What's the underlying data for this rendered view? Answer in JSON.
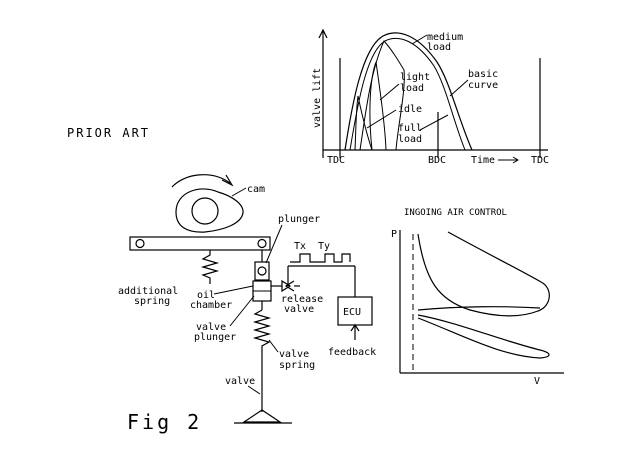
{
  "figure_label": "Fig 2",
  "prior_art_label": "PRIOR ART",
  "lift_chart": {
    "ylabel": "valve lift",
    "ticks": [
      "TDC",
      "BDC",
      "TDC"
    ],
    "xlabel": "Time",
    "curve_labels": {
      "medium_load": [
        "medium",
        "load"
      ],
      "light_load": [
        "light",
        "load"
      ],
      "idle": "idle",
      "full_load": [
        "full",
        "load"
      ],
      "basic_curve": [
        "basic",
        "curve"
      ]
    }
  },
  "mechanism": {
    "cam": "cam",
    "plunger": "plunger",
    "additional_spring": [
      "additional",
      "spring"
    ],
    "oil_chamber": [
      "oil",
      "chamber"
    ],
    "release_valve": [
      "release",
      "valve"
    ],
    "valve_plunger": [
      "valve",
      "plunger"
    ],
    "valve_spring": [
      "valve",
      "spring"
    ],
    "valve": "valve",
    "ecu": "ECU",
    "feedback": "feedback",
    "pulse_labels": [
      "Tx",
      "Ty"
    ]
  },
  "pv_chart": {
    "title": "INGOING AIR CONTROL",
    "ylabel": "P",
    "xlabel": "V"
  }
}
